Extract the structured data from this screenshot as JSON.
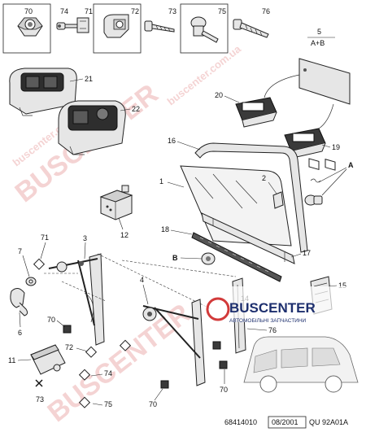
{
  "fasteners": [
    {
      "label": "70",
      "icon": "hex-nut-icon"
    },
    {
      "label": "74",
      "icon": "rivet-icon"
    },
    {
      "label": "71",
      "icon": "clip-nut-icon"
    },
    {
      "label": "72",
      "icon": "cage-nut-icon"
    },
    {
      "label": "73",
      "icon": "screw-icon"
    },
    {
      "label": "75",
      "icon": "stud-icon"
    },
    {
      "label": "76",
      "icon": "self-tapping-screw-icon"
    }
  ],
  "variant": {
    "number": "5",
    "code": "A+B"
  },
  "callouts": {
    "c1": "1",
    "c2": "2",
    "c3": "3",
    "c4": "4",
    "c6": "6",
    "c7": "7",
    "c11": "11",
    "c12": "12",
    "c14": "14",
    "c15": "15",
    "c16": "16",
    "c17": "17",
    "c18": "18",
    "c19": "19",
    "c20": "20",
    "c21": "21",
    "c22": "22",
    "cA": "A",
    "cB": "B",
    "n71": "71",
    "n70a": "70",
    "n70b": "70",
    "n70c": "70",
    "n70d": "70",
    "n72": "72",
    "n74": "74",
    "n73": "73",
    "n75": "75",
    "n76": "76"
  },
  "watermark": {
    "text": "BUSCENTER",
    "url": "buscenter.com.ua"
  },
  "brand": {
    "name": "BUSCENTER",
    "tagline": "АВТОМОБІЛЬНІ ЗАПЧАСТИНИ"
  },
  "footer": {
    "ref": "68414010",
    "date": "08/2001",
    "code": "QU 92A01A"
  },
  "colors": {
    "accent": "#d23a3a",
    "brand": "#1d2f6e"
  }
}
